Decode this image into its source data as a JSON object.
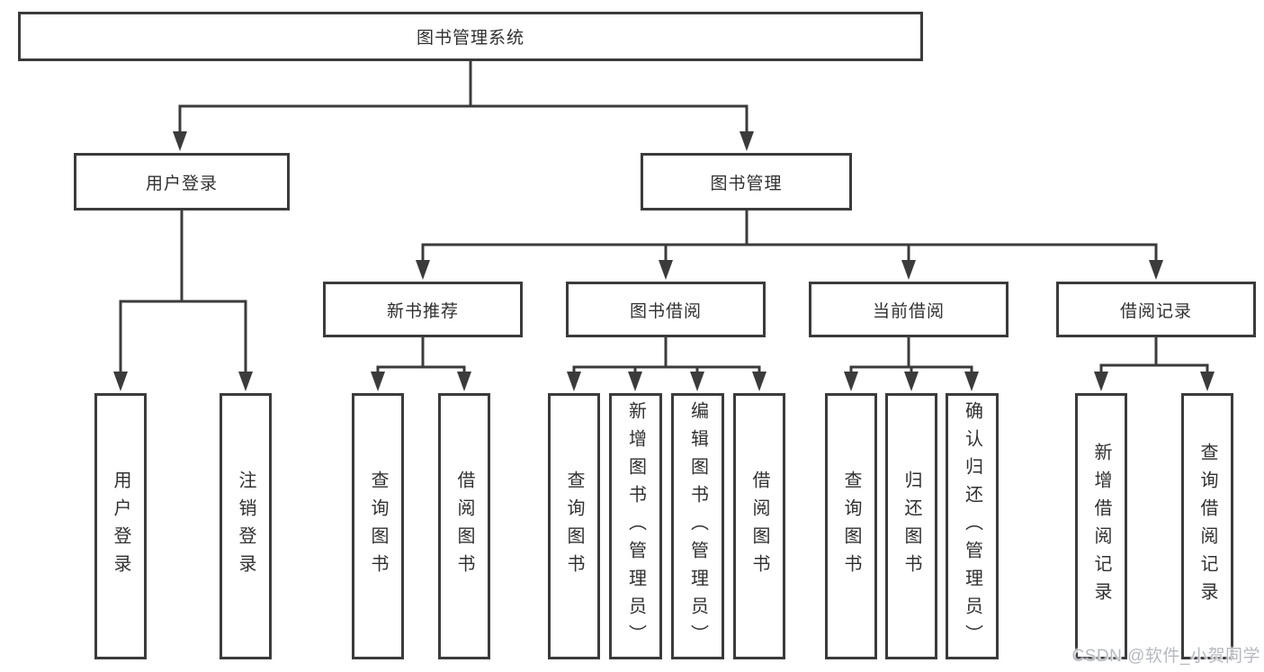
{
  "tree": {
    "root": {
      "label": "图书管理系统",
      "children": [
        {
          "label": "用户登录",
          "children": [
            {
              "label": "用户登录"
            },
            {
              "label": "注销登录"
            }
          ]
        },
        {
          "label": "图书管理",
          "children": [
            {
              "label": "新书推荐",
              "children": [
                {
                  "label": "查询图书"
                },
                {
                  "label": "借阅图书"
                }
              ]
            },
            {
              "label": "图书借阅",
              "children": [
                {
                  "label": "查询图书"
                },
                {
                  "label": "新增图书（管理员）"
                },
                {
                  "label": "编辑图书（管理员）"
                },
                {
                  "label": "借阅图书"
                }
              ]
            },
            {
              "label": "当前借阅",
              "children": [
                {
                  "label": "查询图书"
                },
                {
                  "label": "归还图书"
                },
                {
                  "label": "确认归还（管理员）"
                }
              ]
            },
            {
              "label": "借阅记录",
              "children": [
                {
                  "label": "新增借阅记录"
                },
                {
                  "label": "查询借阅记录"
                }
              ]
            }
          ]
        }
      ]
    }
  },
  "watermark": {
    "text": "CSDN @软件_小贺同学"
  },
  "colors": {
    "line": "#3b3b3b",
    "text": "#303030",
    "background": "#ffffff",
    "watermark": "#b5b9c0"
  }
}
